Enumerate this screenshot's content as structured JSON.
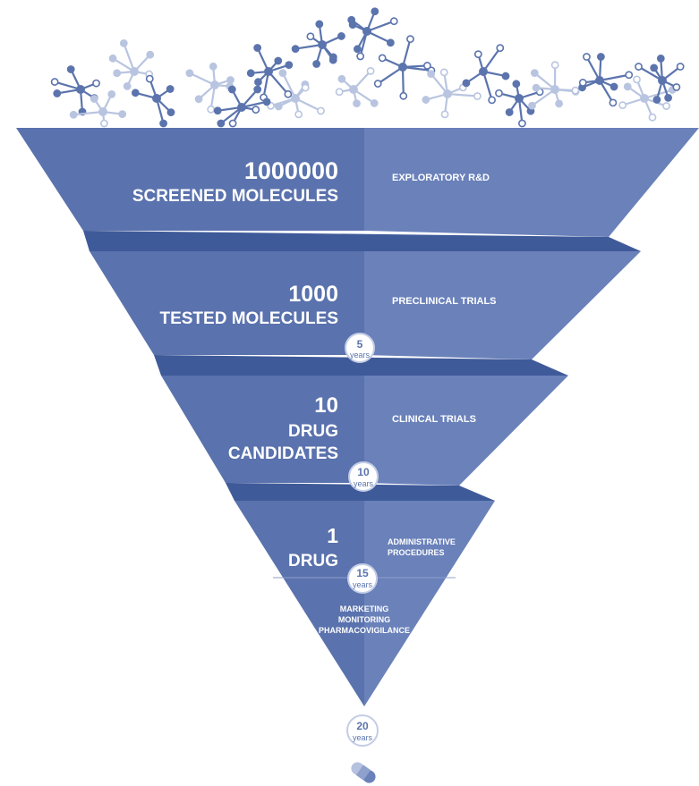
{
  "colors": {
    "band_dark": "#5a72ad",
    "band_light": "#6a81ba",
    "band_shadow": "#3f5a99",
    "molecule": "#5b74ad",
    "molecule_light": "#b9c5e0",
    "badge_text": "#5b74ad"
  },
  "tiers": [
    {
      "count": "1000000",
      "label_lines": [
        "SCREENED MOLECULES"
      ],
      "stage_lines": [
        "EXPLORATORY R&D"
      ]
    },
    {
      "count": "1000",
      "label_lines": [
        "TESTED MOLECULES"
      ],
      "stage_lines": [
        "PRECLINICAL TRIALS"
      ]
    },
    {
      "count": "10",
      "label_lines": [
        "DRUG",
        "CANDIDATES"
      ],
      "stage_lines": [
        "CLINICAL TRIALS"
      ]
    },
    {
      "count": "1",
      "label_lines": [
        "DRUG"
      ],
      "stage_lines": [
        "ADMINISTRATIVE",
        "PROCEDURES"
      ]
    }
  ],
  "post_stage_lines": [
    "MARKETING",
    "MONITORING",
    "PHARMACOVIGILANCE"
  ],
  "milestones": [
    {
      "value": "5",
      "unit": "years"
    },
    {
      "value": "10",
      "unit": "years"
    },
    {
      "value": "15",
      "unit": "years"
    },
    {
      "value": "20",
      "unit": "years"
    }
  ],
  "icons": {
    "molecules": "molecule-network-icon",
    "pill": "capsule-pill-icon"
  }
}
